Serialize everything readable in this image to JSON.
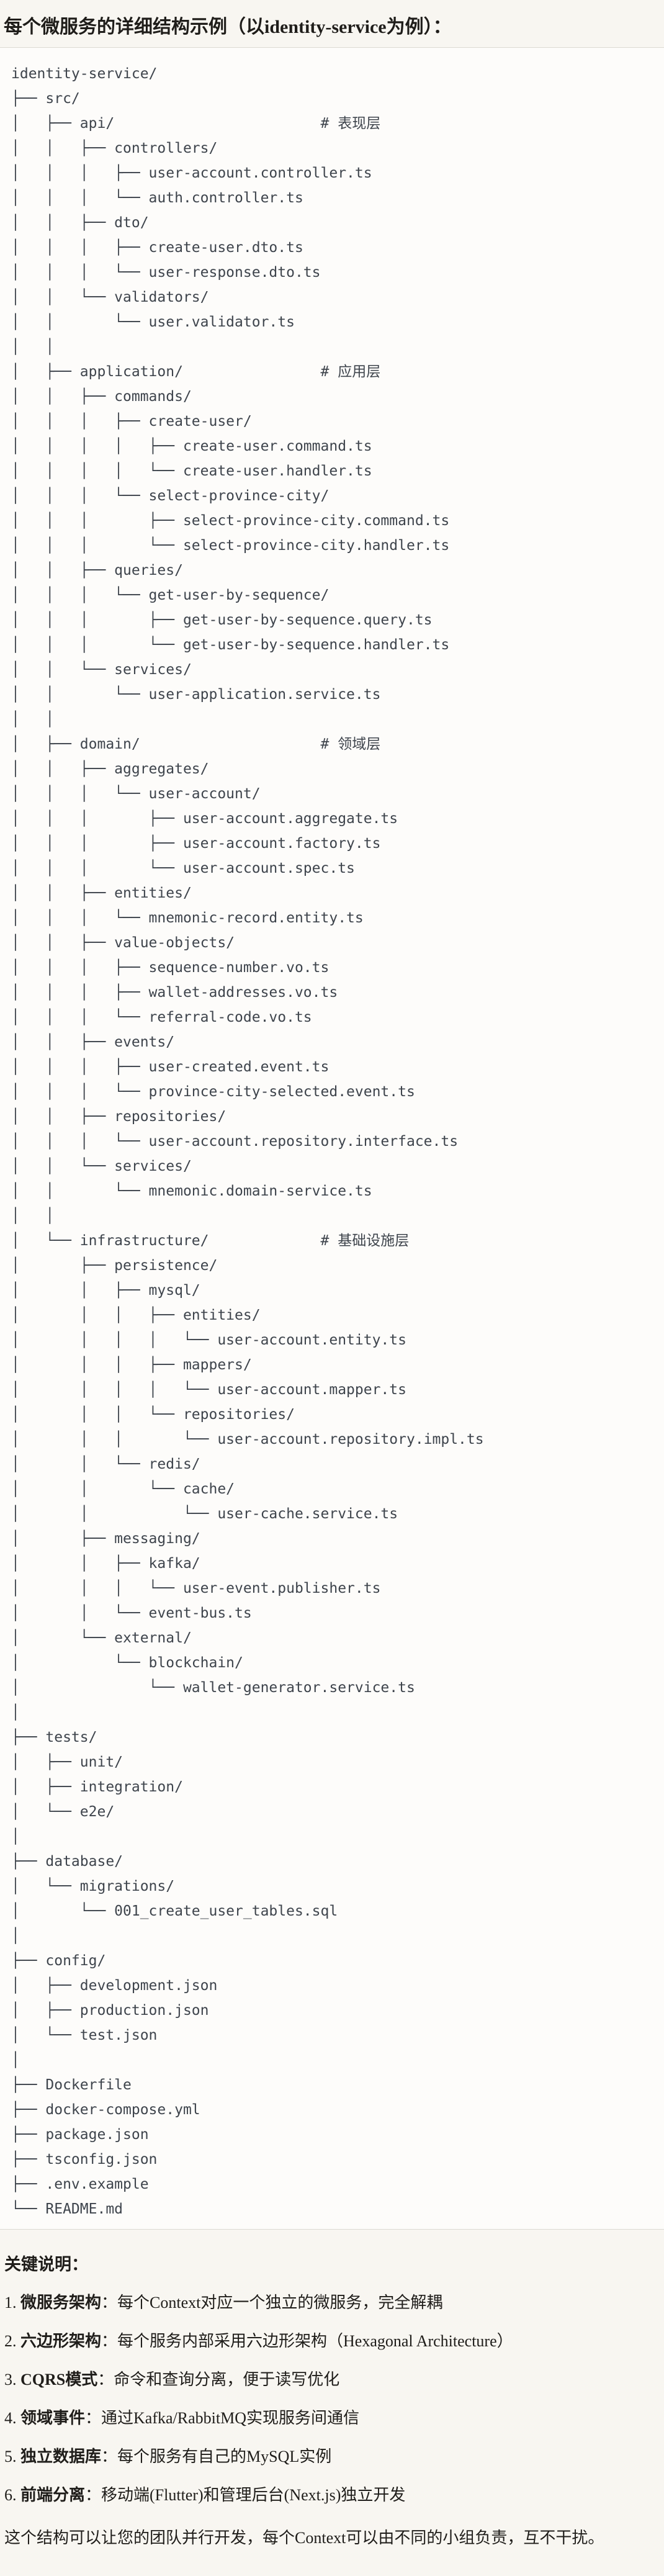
{
  "page": {
    "title": "每个微服务的详细结构示例（以identity-service为例）：",
    "notes_heading": "关键说明：",
    "closing": "这个结构可以让您的团队并行开发，每个Context可以由不同的小组负责，互不干扰。"
  },
  "colors": {
    "page_background": "#f8f6f1",
    "code_background": "#fdfcfa",
    "code_border": "#dcd9d2",
    "code_text": "#3e444c",
    "body_text": "#1f1d1a"
  },
  "file_tree": {
    "root": "identity-service/",
    "layer_comments": [
      "# 表现层",
      "# 应用层",
      "# 领域层",
      "# 基础设施层"
    ],
    "lines": [
      "identity-service/",
      "├── src/",
      "│   ├── api/                        # 表现层",
      "│   │   ├── controllers/",
      "│   │   │   ├── user-account.controller.ts",
      "│   │   │   └── auth.controller.ts",
      "│   │   ├── dto/",
      "│   │   │   ├── create-user.dto.ts",
      "│   │   │   └── user-response.dto.ts",
      "│   │   └── validators/",
      "│   │       └── user.validator.ts",
      "│   │",
      "│   ├── application/                # 应用层",
      "│   │   ├── commands/",
      "│   │   │   ├── create-user/",
      "│   │   │   │   ├── create-user.command.ts",
      "│   │   │   │   └── create-user.handler.ts",
      "│   │   │   └── select-province-city/",
      "│   │   │       ├── select-province-city.command.ts",
      "│   │   │       └── select-province-city.handler.ts",
      "│   │   ├── queries/",
      "│   │   │   └── get-user-by-sequence/",
      "│   │   │       ├── get-user-by-sequence.query.ts",
      "│   │   │       └── get-user-by-sequence.handler.ts",
      "│   │   └── services/",
      "│   │       └── user-application.service.ts",
      "│   │",
      "│   ├── domain/                     # 领域层",
      "│   │   ├── aggregates/",
      "│   │   │   └── user-account/",
      "│   │   │       ├── user-account.aggregate.ts",
      "│   │   │       ├── user-account.factory.ts",
      "│   │   │       └── user-account.spec.ts",
      "│   │   ├── entities/",
      "│   │   │   └── mnemonic-record.entity.ts",
      "│   │   ├── value-objects/",
      "│   │   │   ├── sequence-number.vo.ts",
      "│   │   │   ├── wallet-addresses.vo.ts",
      "│   │   │   └── referral-code.vo.ts",
      "│   │   ├── events/",
      "│   │   │   ├── user-created.event.ts",
      "│   │   │   └── province-city-selected.event.ts",
      "│   │   ├── repositories/",
      "│   │   │   └── user-account.repository.interface.ts",
      "│   │   └── services/",
      "│   │       └── mnemonic.domain-service.ts",
      "│   │",
      "│   └── infrastructure/             # 基础设施层",
      "│       ├── persistence/",
      "│       │   ├── mysql/",
      "│       │   │   ├── entities/",
      "│       │   │   │   └── user-account.entity.ts",
      "│       │   │   ├── mappers/",
      "│       │   │   │   └── user-account.mapper.ts",
      "│       │   │   └── repositories/",
      "│       │   │       └── user-account.repository.impl.ts",
      "│       │   └── redis/",
      "│       │       └── cache/",
      "│       │           └── user-cache.service.ts",
      "│       ├── messaging/",
      "│       │   ├── kafka/",
      "│       │   │   └── user-event.publisher.ts",
      "│       │   └── event-bus.ts",
      "│       └── external/",
      "│           └── blockchain/",
      "│               └── wallet-generator.service.ts",
      "│",
      "├── tests/",
      "│   ├── unit/",
      "│   ├── integration/",
      "│   └── e2e/",
      "│",
      "├── database/",
      "│   └── migrations/",
      "│       └── 001_create_user_tables.sql",
      "│",
      "├── config/",
      "│   ├── development.json",
      "│   ├── production.json",
      "│   └── test.json",
      "│",
      "├── Dockerfile",
      "├── docker-compose.yml",
      "├── package.json",
      "├── tsconfig.json",
      "├── .env.example",
      "└── README.md"
    ]
  },
  "notes": [
    {
      "num": "1. ",
      "label": "微服务架构",
      "text": "：每个Context对应一个独立的微服务，完全解耦"
    },
    {
      "num": "2. ",
      "label": "六边形架构",
      "text": "：每个服务内部采用六边形架构（Hexagonal Architecture）"
    },
    {
      "num": "3. ",
      "label": "CQRS模式",
      "text": "：命令和查询分离，便于读写优化"
    },
    {
      "num": "4. ",
      "label": "领域事件",
      "text": "：通过Kafka/RabbitMQ实现服务间通信"
    },
    {
      "num": "5. ",
      "label": "独立数据库",
      "text": "：每个服务有自己的MySQL实例"
    },
    {
      "num": "6. ",
      "label": "前端分离",
      "text": "：移动端(Flutter)和管理后台(Next.js)独立开发"
    }
  ]
}
